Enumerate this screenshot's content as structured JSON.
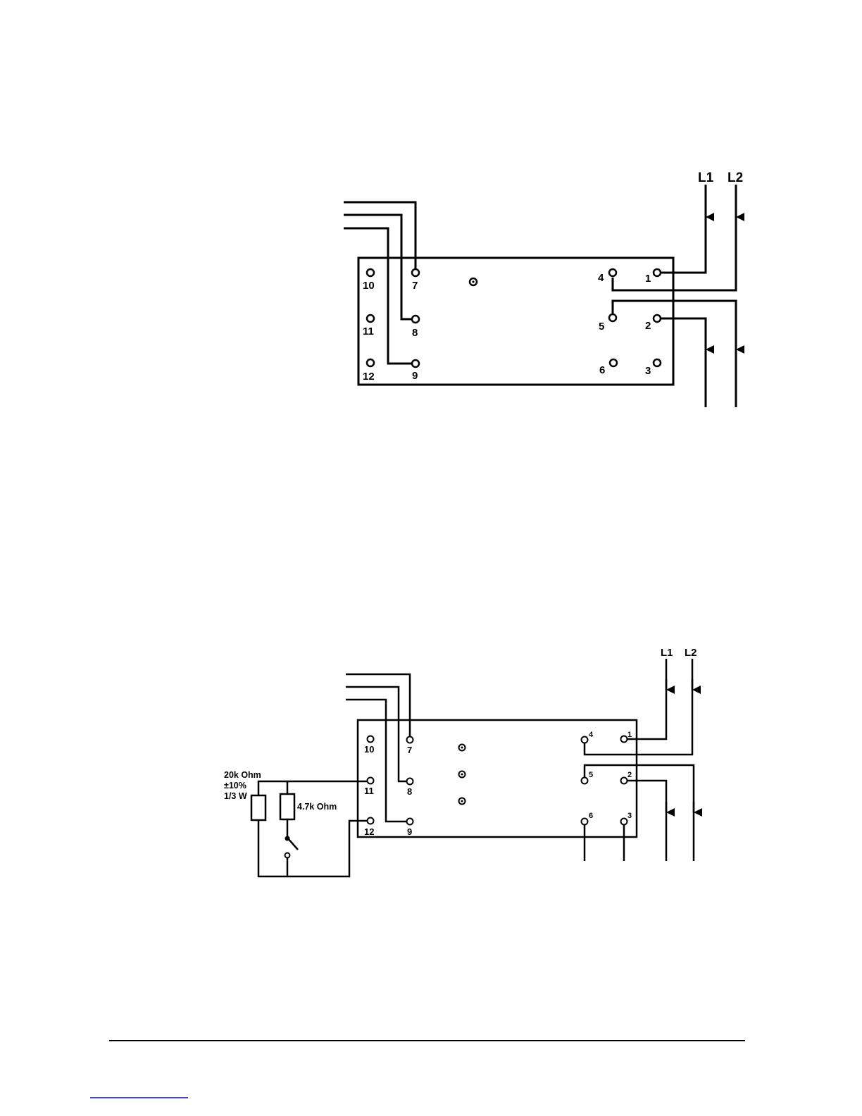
{
  "diagram1": {
    "terminals": {
      "t1": "1",
      "t2": "2",
      "t3": "3",
      "t4": "4",
      "t5": "5",
      "t6": "6",
      "t7": "7",
      "t8": "8",
      "t9": "9",
      "t10": "10",
      "t11": "11",
      "t12": "12"
    },
    "lines": {
      "l1": "L1",
      "l2": "L2"
    }
  },
  "diagram2": {
    "terminals": {
      "t1": "1",
      "t2": "2",
      "t3": "3",
      "t4": "4",
      "t5": "5",
      "t6": "6",
      "t7": "7",
      "t8": "8",
      "t9": "9",
      "t10": "10",
      "t11": "11",
      "t12": "12"
    },
    "lines": {
      "l1": "L1",
      "l2": "L2"
    },
    "resistor1": {
      "value": "20k Ohm",
      "tolerance": "±10%",
      "power": "1/3 W"
    },
    "resistor2": {
      "value": "4.7k Ohm"
    }
  },
  "colors": {
    "ink": "#000000",
    "page": "#ffffff",
    "footer_link": "#0000ee"
  }
}
